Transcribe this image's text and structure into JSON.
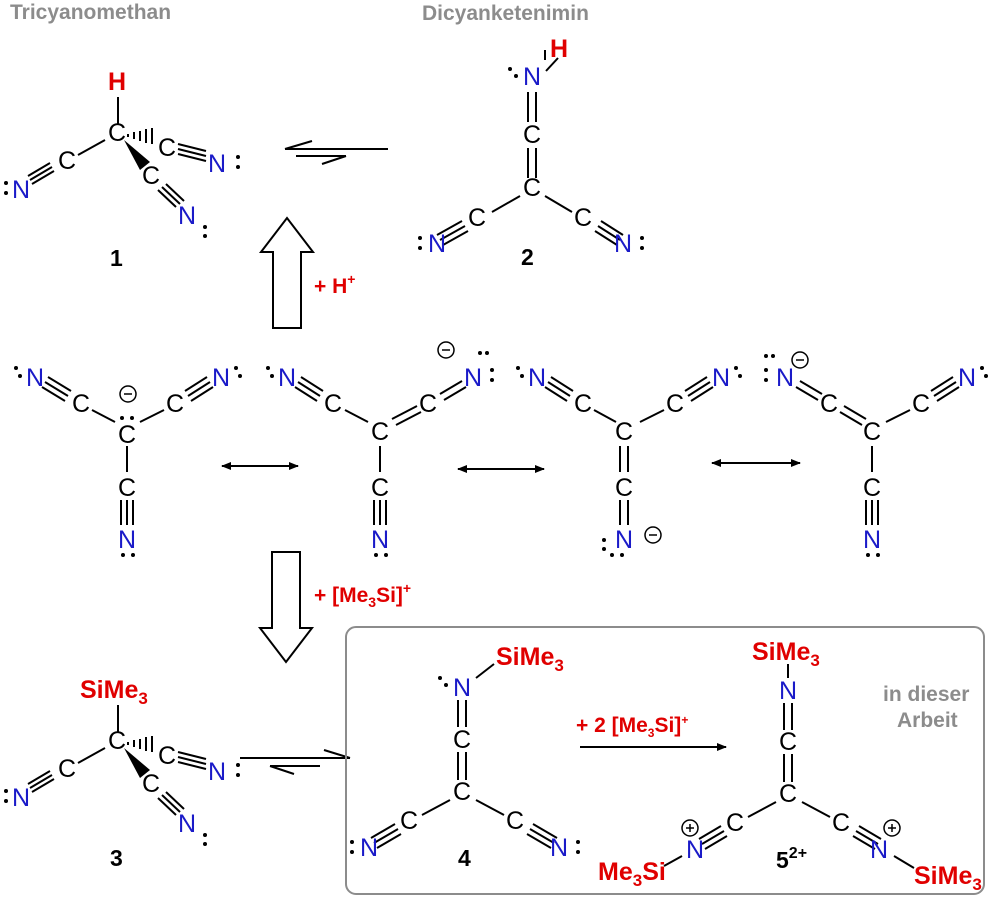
{
  "headers": {
    "tricyanomethane": "Tricyanomethan",
    "dicyanoketenimine": "Dicyanketenimin"
  },
  "compound_numbers": {
    "c1": "1",
    "c2": "2",
    "c3": "3",
    "c4": "4",
    "c5": "5",
    "c5_charge": "2+"
  },
  "reagents": {
    "protonation": "+ H",
    "protonation_sup": "+",
    "silylation_prefix": "+ [Me",
    "silylation_sub": "3",
    "silylation_suffix": "Si]",
    "silylation_sup": "+",
    "double_prefix": "+ 2 [Me",
    "double_sub": "3",
    "double_suffix": "Si]",
    "double_sup": "+"
  },
  "box_label": {
    "line1": "in dieser",
    "line2": "Arbeit"
  },
  "atoms": {
    "C": "C",
    "N": "N",
    "H": "H",
    "SiMe": "SiMe",
    "Me": "Me",
    "Si": "Si",
    "sub3": "3"
  },
  "colors": {
    "carbon": "#000000",
    "nitrogen": "#1a1ac8",
    "highlight": "#e00000",
    "header_grey": "#8c8c8c",
    "box_border": "#8c8c8c"
  }
}
